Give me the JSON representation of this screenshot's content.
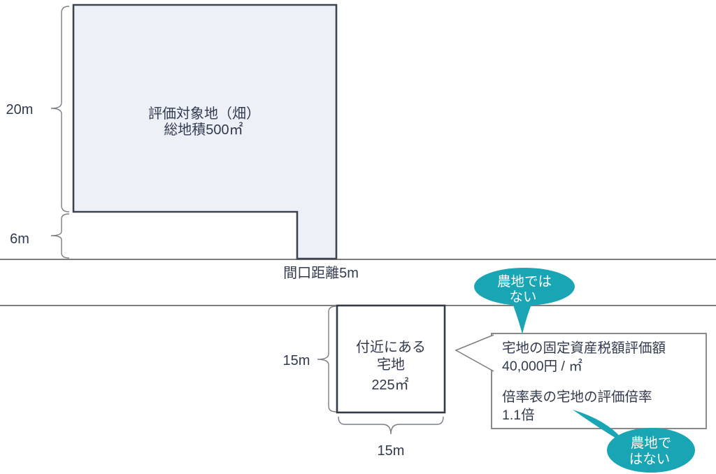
{
  "target_land": {
    "name_line": "評価対象地（畑）",
    "area_line": "総地積500㎡",
    "depth_label": "20m",
    "approach_label": "6m",
    "frontage_label": "間口距離5m",
    "fill_color": "#eef0f8",
    "border_color": "#3d4350"
  },
  "nearby_land": {
    "name_line1": "付近にある",
    "name_line2": "宅地",
    "area_label": "225㎡",
    "side_label_left": "15m",
    "side_label_bottom": "15m"
  },
  "callout_box": {
    "line1": "宅地の固定資産税額評価額",
    "line2": "40,000円 / ㎡",
    "line3": "倍率表の宅地の評価倍率",
    "line4": "1.1倍"
  },
  "speech_bubbles": {
    "top": {
      "line1": "農地では",
      "line2": "ない",
      "fill_color": "#1aa5b5"
    },
    "bottom": {
      "line1": "農地で",
      "line2": "はない",
      "fill_color": "#1aa5b5"
    }
  },
  "colors": {
    "road_line": "#7d7d7d",
    "brace": "#7a7f87",
    "text": "#323a4e",
    "bubble_text": "#ffffff"
  }
}
